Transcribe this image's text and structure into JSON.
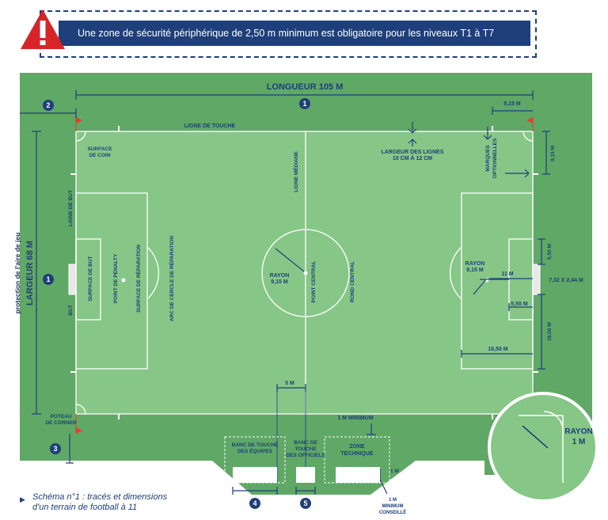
{
  "banner": {
    "text": "Une zone de sécurité périphérique de 2,50 m minimum est obligatoire pour les niveaux T1 à T7"
  },
  "side_label": "protection de l'aire de jeu",
  "caption": {
    "line1": "Schéma n°1 : tracés et dimensions",
    "line2": "d'un terrain de football à 11"
  },
  "labels": {
    "longueur": "LONGUEUR 105 M",
    "largeur": "LARGEUR 68 M",
    "ligne_de_touche": "LIGNE DE TOUCHE",
    "largeur_lignes_1": "LARGEUR DES LIGNES",
    "largeur_lignes_2": "10 CM À 12 CM",
    "marques_1": "MARQUES",
    "marques_2": "OPTIONNELLES",
    "surface_coin_1": "SURFACE",
    "surface_coin_2": "DE COIN",
    "ligne_de_but": "LIGNE DE BUT",
    "but": "BUT",
    "surface_de_but": "SURFACE DE BUT",
    "point_penalty": "POINT DE PENALTY",
    "surface_reparation": "SURFACE DE RÉPARATION",
    "arc_reparation": "ARC DE CERCLE DE RÉPARATION",
    "ligne_mediane": "LIGNE MÉDIANE",
    "point_central": "POINT CENTRAL",
    "rond_central": "ROND CENTRAL",
    "rayon": "RAYON",
    "rayon_val": "9,15 M",
    "dim_915": "9,15 M",
    "dim_550": "5,50 M",
    "dim_11": "11 M",
    "dim_732": "7,32 X 2,44 M",
    "dim_1650": "16,50 M",
    "dim_5": "5 M",
    "dim_1m_min": "1 M MINIMUM",
    "dim_1m": "1 M",
    "dim_1m_conseille_1": "1 M",
    "dim_1m_conseille_2": "MINIMUM",
    "dim_1m_conseille_3": "CONSEILLÉ",
    "poteau_1": "POTEAU",
    "poteau_2": "DE CORNER",
    "banc_equipes_1": "BANC DE TOUCHE",
    "banc_equipes_2": "DES ÉQUIPES",
    "banc_officiels_1": "BANC DE",
    "banc_officiels_2": "TOUCHE",
    "banc_officiels_3": "DES OFFICIELS",
    "zone_1": "ZONE",
    "zone_2": "TECHNIQUE",
    "zoom_rayon_1": "RAYON",
    "zoom_rayon_2": "1 M"
  },
  "badges": [
    "1",
    "2",
    "1",
    "3",
    "4",
    "5"
  ],
  "colors": {
    "outer": "#5fa866",
    "pitch": "#86c787",
    "navy": "#1e3f7a",
    "flag": "#e0402a",
    "warn": "#d62428"
  }
}
